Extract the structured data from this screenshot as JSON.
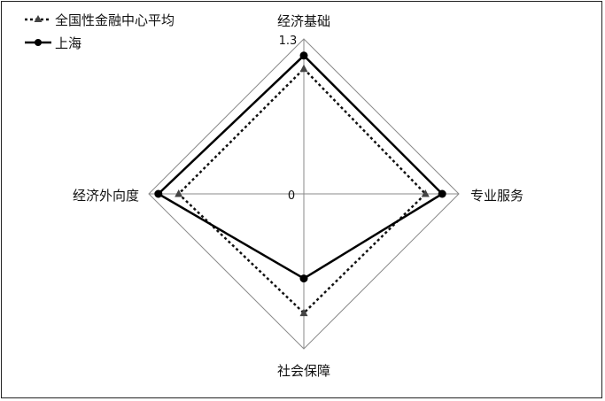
{
  "chart_data": {
    "type": "radar",
    "axes": [
      "经济基础",
      "专业服务",
      "社会保障",
      "经济外向度"
    ],
    "scale": {
      "min": 0,
      "max": 1.3,
      "tick_labels": [
        "0",
        "1.3"
      ]
    },
    "series": [
      {
        "name": "全国性金融中心平均",
        "values": [
          1.05,
          1.02,
          1.0,
          1.05
        ],
        "line": "dotted",
        "marker": "triangle",
        "color": "#111111"
      },
      {
        "name": "上海",
        "values": [
          1.16,
          1.16,
          0.71,
          1.22
        ],
        "line": "solid",
        "marker": "circle",
        "color": "#000000"
      }
    ],
    "grid": {
      "color": "#8a8a8a"
    },
    "legend": {
      "position": "top-left"
    }
  }
}
